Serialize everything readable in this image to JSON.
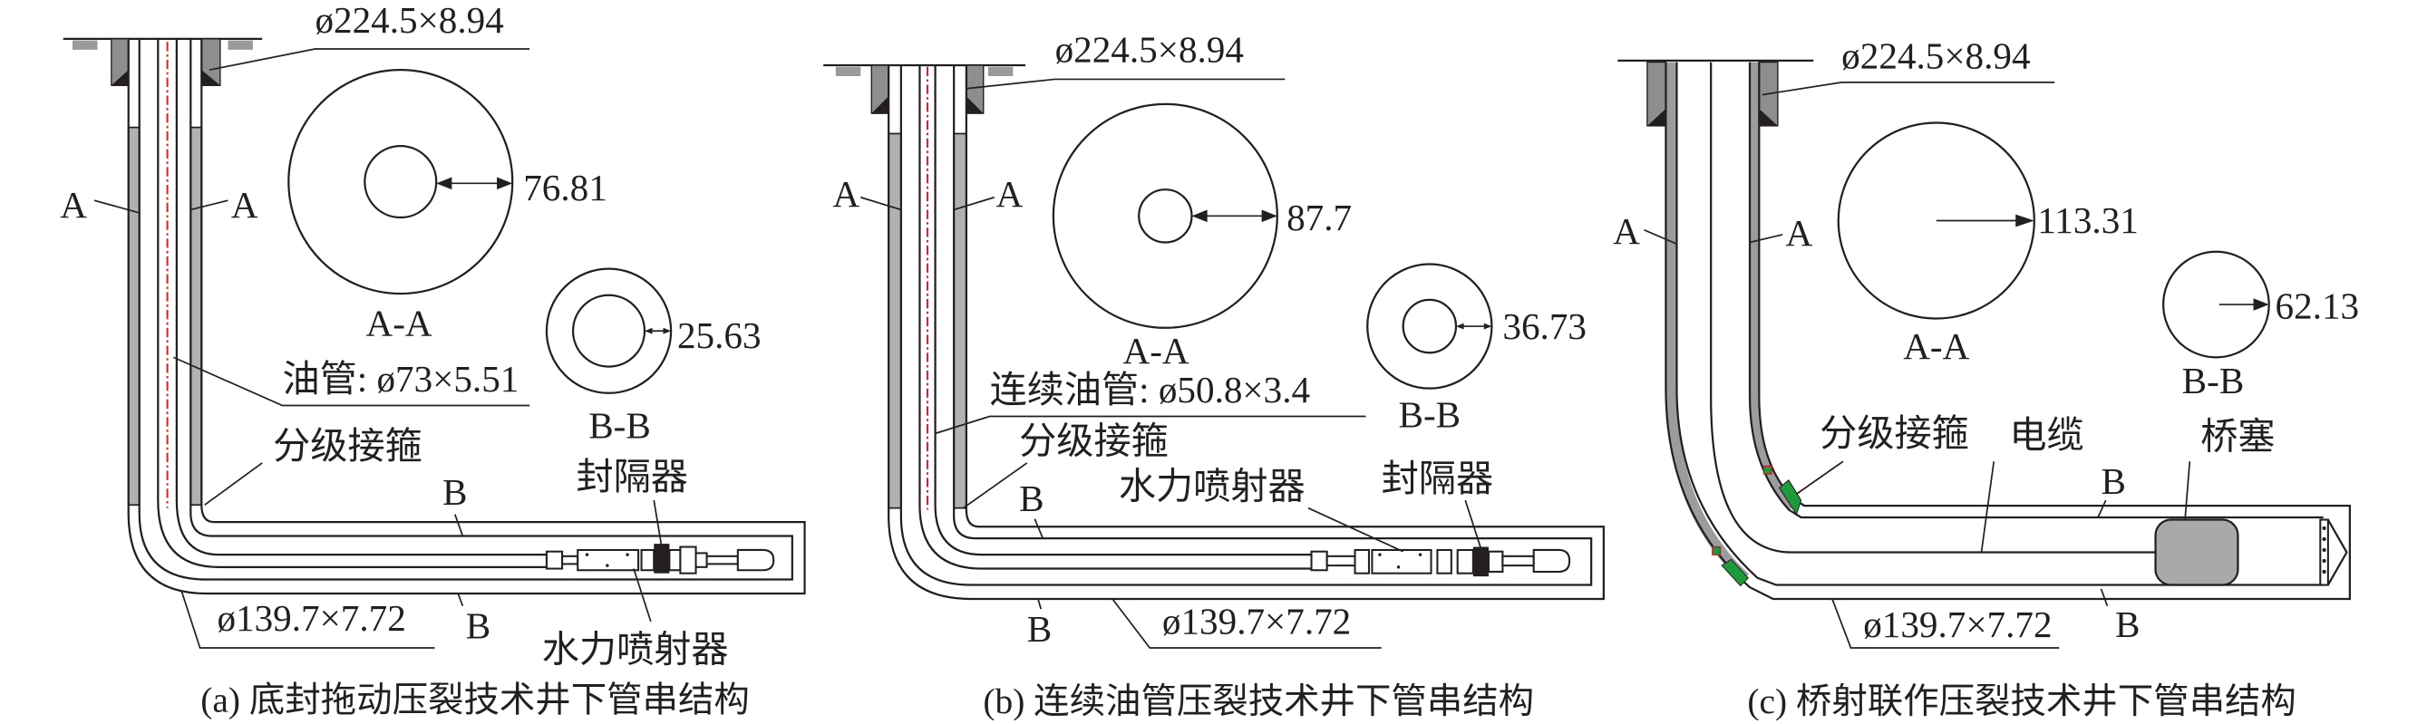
{
  "colors": {
    "steel_band": "#b1b1b3",
    "cement": "#8e8e90",
    "tubing_center": "#e0202a",
    "coupling": "#1f9a3a",
    "bridge_plug": "#a9a9ab"
  },
  "panels": [
    {
      "caption": "(a) 底封拖动压裂技术井下管串结构",
      "surface_casing": "ø224.5×8.94",
      "marker_a": "A",
      "marker_b": "B",
      "section_a": {
        "label": "A-A",
        "dimension": "76.81"
      },
      "section_b": {
        "label": "B-B",
        "dimension": "25.63"
      },
      "tubing": "油管: ø73×5.51",
      "stage_collar": "分级接箍",
      "packer": "封隔器",
      "jet_tool": "水力喷射器",
      "production_casing": "ø139.7×7.72"
    },
    {
      "caption": "(b) 连续油管压裂技术井下管串结构",
      "surface_casing": "ø224.5×8.94",
      "marker_a": "A",
      "marker_b": "B",
      "section_a": {
        "label": "A-A",
        "dimension": "87.7"
      },
      "section_b": {
        "label": "B-B",
        "dimension": "36.73"
      },
      "tubing": "连续油管: ø50.8×3.4",
      "stage_collar": "分级接箍",
      "packer": "封隔器",
      "jet_tool": "水力喷射器",
      "production_casing": "ø139.7×7.72"
    },
    {
      "caption": "(c) 桥射联作压裂技术井下管串结构",
      "surface_casing": "ø224.5×8.94",
      "marker_a": "A",
      "marker_b": "B",
      "section_a": {
        "label": "A-A",
        "dimension": "113.31"
      },
      "section_b": {
        "label": "B-B",
        "dimension": "62.13"
      },
      "stage_collar": "分级接箍",
      "cable": "电缆",
      "bridge_plug": "桥塞",
      "production_casing": "ø139.7×7.72"
    }
  ]
}
